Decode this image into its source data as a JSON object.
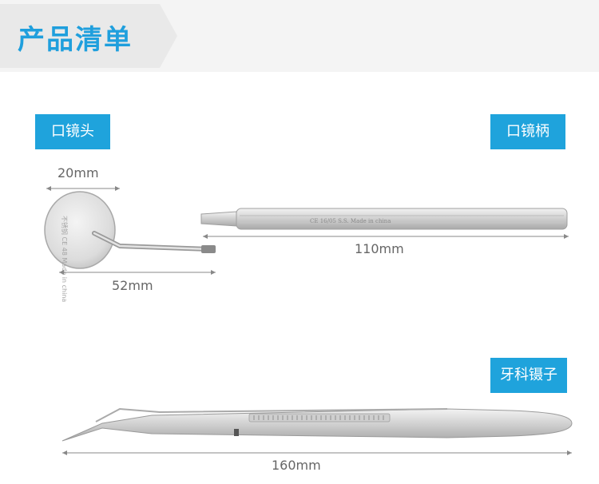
{
  "header": {
    "title": "产品清单"
  },
  "items": {
    "mirror_head": {
      "label": "口镜头",
      "diameter": "20mm",
      "length": "52mm",
      "engraving": "不锈钢 CE 48 Made in china"
    },
    "mirror_handle": {
      "label": "口镜柄",
      "length": "110mm",
      "engraving": "CE 16/05 S.S.   Made in china"
    },
    "tweezers": {
      "label": "牙科镊子",
      "length": "160mm"
    }
  },
  "colors": {
    "accent": "#1fa3dc",
    "title": "#1f9fdd",
    "header_bg": "#f4f4f4"
  }
}
